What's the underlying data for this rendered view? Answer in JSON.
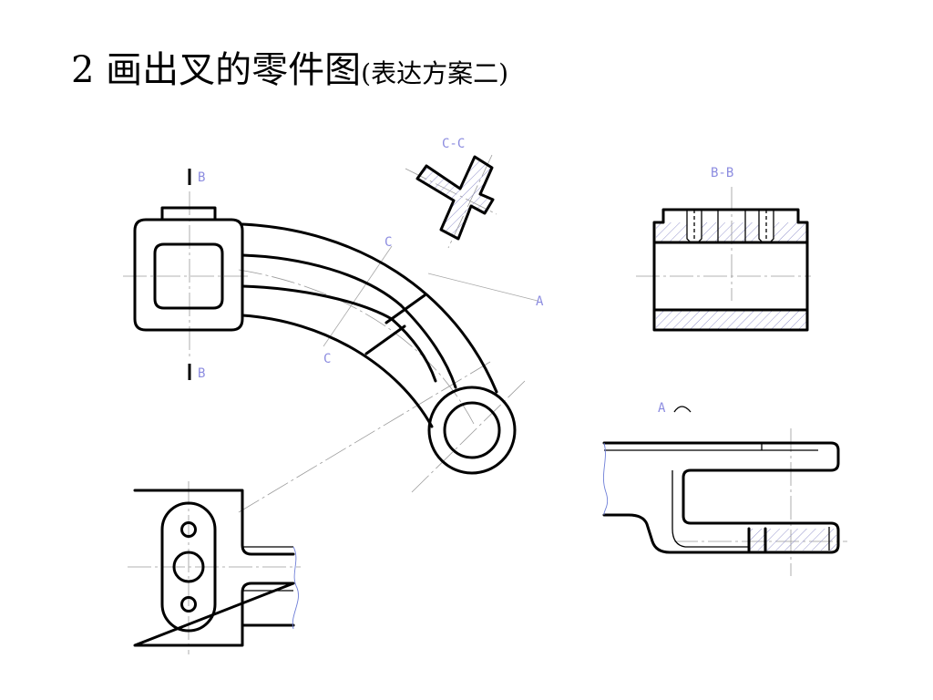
{
  "slide": {
    "title_main": "2  画出叉的零件图",
    "title_sub": "(表达方案二)"
  },
  "labels": {
    "section_cc": "C-C",
    "section_bb": "B-B",
    "view_a": "A",
    "view_a_arrow": "A",
    "cut_b_top": "B",
    "cut_b_bottom": "B",
    "cut_c_top": "C",
    "cut_c_bottom": "C"
  },
  "colors": {
    "outline": "#000000",
    "annotation": "#8c8ce0",
    "hatch": "#8a8ac8",
    "centerline": "#9a9a9a"
  }
}
